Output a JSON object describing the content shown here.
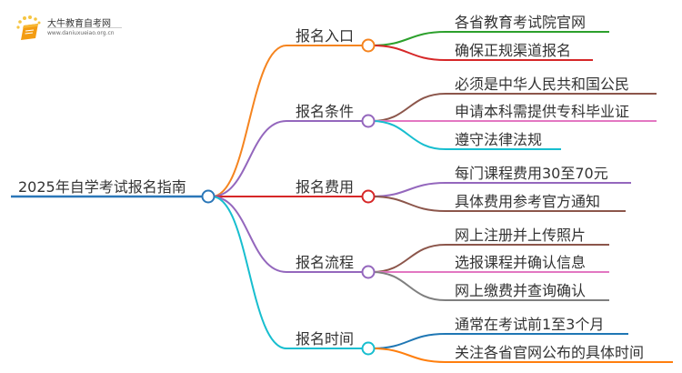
{
  "logo": {
    "title": "大牛教育自考网",
    "url": "www.daniuxueiao.org.cn",
    "colors": {
      "book": "#f39c12",
      "dots": "#f5c542"
    }
  },
  "mindmap": {
    "root": {
      "label": "2025年自学考试报名指南",
      "color": "#2a77b8"
    },
    "branches": [
      {
        "label": "报名入口",
        "color": "#f5841f",
        "leaves": [
          {
            "label": "各省教育考试院官网",
            "color": "#2ca02c"
          },
          {
            "label": "确保正规渠道报名",
            "color": "#d62728"
          }
        ]
      },
      {
        "label": "报名条件",
        "color": "#9467bd",
        "leaves": [
          {
            "label": "必须是中华人民共和国公民",
            "color": "#8c564b"
          },
          {
            "label": "申请本科需提供专科毕业证",
            "color": "#e377c2"
          },
          {
            "label": "遵守法律法规",
            "color": "#17becf"
          }
        ]
      },
      {
        "label": "报名费用",
        "color": "#d62728",
        "leaves": [
          {
            "label": "每门课程费用30至70元",
            "color": "#9467bd"
          },
          {
            "label": "具体费用参考官方通知",
            "color": "#8c564b"
          }
        ]
      },
      {
        "label": "报名流程",
        "color": "#9467bd",
        "leaves": [
          {
            "label": "网上注册并上传照片",
            "color": "#8c564b"
          },
          {
            "label": "选报课程并确认信息",
            "color": "#e377c2"
          },
          {
            "label": "网上缴费并查询确认",
            "color": "#7f7f7f"
          }
        ]
      },
      {
        "label": "报名时间",
        "color": "#17becf",
        "leaves": [
          {
            "label": "通常在考试前1至3个月",
            "color": "#1f77b4"
          },
          {
            "label": "关注各省官网公布的具体时间",
            "color": "#ff7f0e"
          }
        ]
      }
    ]
  }
}
